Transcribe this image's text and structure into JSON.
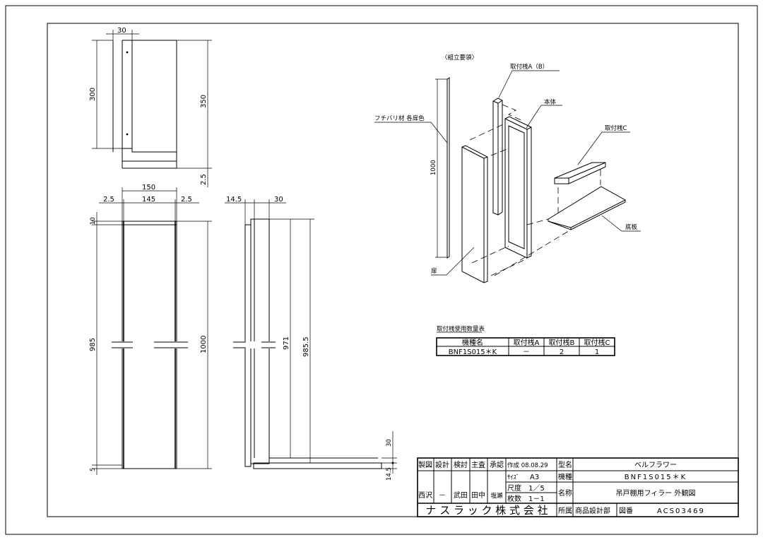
{
  "drawing": {
    "top_view": {
      "dims": {
        "width_30": "30",
        "height_300": "300",
        "height_350": "350",
        "offset_2_5": "2.5"
      }
    },
    "front_view": {
      "dims": {
        "width_150": "150",
        "left_2_5": "2.5",
        "inner_145": "145",
        "right_2_5": "2.5",
        "top_10": "10",
        "height_985": "985",
        "height_1000": "1000",
        "bottom_5": "5"
      }
    },
    "side_view": {
      "dims": {
        "d_14_5": "14.5",
        "d_30": "30",
        "h_971": "971",
        "h_985_5": "985.5",
        "b_30": "30",
        "b_14_5": "14.5"
      }
    },
    "assembly": {
      "title": "〈組立要領〉",
      "labels": {
        "bracket_ab": "取付桟A（B）",
        "body": "本体",
        "edge_trim": "フチバリ材 各扉色",
        "bracket_c": "取付桟C",
        "trim_length": "1000",
        "door": "扉",
        "bottom_board": "底板"
      }
    },
    "quantity_table": {
      "title": "取付桟使用数量表",
      "headers": [
        "機種名",
        "取付桟A",
        "取付桟B",
        "取付桟C"
      ],
      "rows": [
        [
          "BNF1S015＊K",
          "－",
          "2",
          "1"
        ]
      ]
    },
    "title_block": {
      "roles": [
        "製図",
        "設計",
        "検討",
        "主査",
        "承認"
      ],
      "signatures": [
        "西沢",
        "－",
        "武田",
        "田中",
        "塩瀬"
      ],
      "created": "作成 08.08.29",
      "size_label": "ｻｲｽﾞ",
      "size": "A3",
      "scale_label": "尺度",
      "scale": "1／5",
      "sheets_label": "枚数",
      "sheets": "1－1",
      "type_name_label": "型名",
      "type_name": "ベルフラワー",
      "model_label": "機種",
      "model": "BNF1S015＊K",
      "name_label": "名称",
      "name": "吊戸棚用フィラー 外観図",
      "company": "ナ ス ラ ッ ク 株 式 会 社",
      "dept_label": "所属",
      "dept": "商品設計部",
      "drawing_no_label": "図番",
      "drawing_no": "ACS03469"
    }
  }
}
